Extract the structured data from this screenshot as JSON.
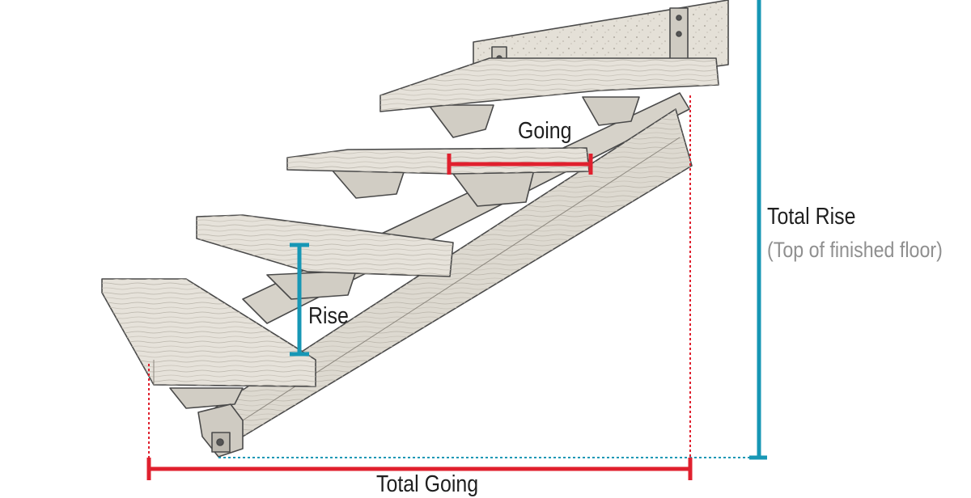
{
  "labels": {
    "going": "Going",
    "rise": "Rise",
    "total_rise": "Total Rise",
    "total_rise_note": "(Top of finished floor)",
    "total_going": "Total Going"
  },
  "colors": {
    "going_dimension": "#e0202e",
    "rise_dimension": "#1797b5",
    "wood_tread": "#e6e2da",
    "stringer": "#ddd9d0",
    "outline": "#4a4a4a"
  },
  "icons": {
    "stair_illustration": "staircase-drawing-icon",
    "adjustable_foot": "stair-foot-bracket-icon"
  }
}
